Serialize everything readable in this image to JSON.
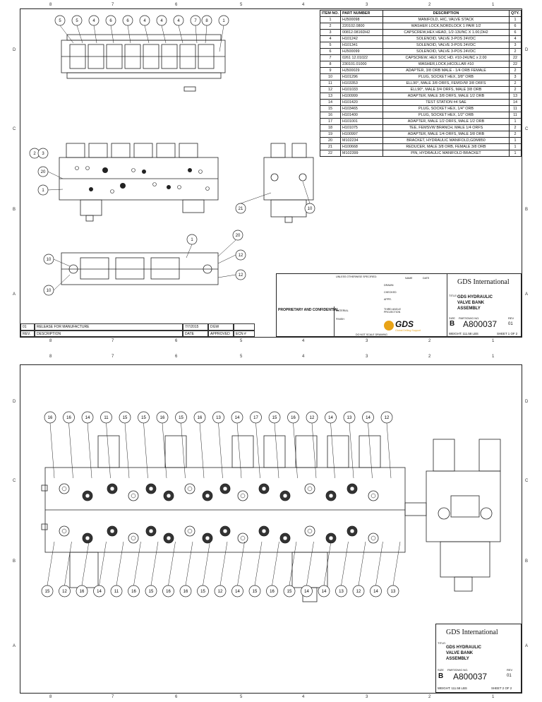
{
  "zones_top": [
    "8",
    "7",
    "6",
    "5",
    "4",
    "3",
    "2",
    "1"
  ],
  "zones_side": [
    "D",
    "C",
    "B",
    "A"
  ],
  "bom": {
    "headers": [
      "ITEM NO.",
      "PART NUMBER",
      "DESCRIPTION",
      "QTY."
    ],
    "rows": [
      [
        "1",
        "HJ500098",
        "MANIFOLD, HIC, VALVE STACK",
        "1"
      ],
      [
        "2",
        "220102.0800",
        "WASHER LOCK,NORDLOCK 1 PAIR 1/2",
        "6"
      ],
      [
        "3",
        "00812.0816DH2",
        "CAPSCREW,HEX HEAD, 1/2-13UNC X 1.00,DH2",
        "6"
      ],
      [
        "4",
        "H101242",
        "SOLENOID, VALVE 3-POS 24VDC",
        "4"
      ],
      [
        "5",
        "H101341",
        "SOLENOID, VALVE 3-POS 24VDC",
        "3"
      ],
      [
        "6",
        "HJ500099",
        "SOLENOID, VALVE 3-POS 24VDC",
        "2"
      ],
      [
        "7",
        "0261 12.01022",
        "CAPSCREW, HEX SOC HD. #10-24UNC x 2.00",
        "22"
      ],
      [
        "8",
        "230101.01000",
        "WASHER,LOCK,HICOLLAR #10",
        "22"
      ],
      [
        "9",
        "HJ500029",
        "ADAPTER, 3/8 ORB MALE - 1/4 ORB FEMALE",
        "2"
      ],
      [
        "10",
        "H101296",
        "PLUG, SOCKET HEX, 3/8\" ORB",
        "3"
      ],
      [
        "11",
        "H103353",
        "ELL90°, MALE 3/8 ORFS, FEMSVW 3/8 ORFS",
        "2"
      ],
      [
        "12",
        "H101033",
        "ELL90°, MALE 3/4 ORFS, MALE 3/8 ORB",
        "2"
      ],
      [
        "13",
        "H100999",
        "ADAPTER, MALE 3/8 ORFS, MALE 1/2 ORB",
        "13"
      ],
      [
        "14",
        "H101420",
        "TEST STATION #4 SAE",
        "14"
      ],
      [
        "15",
        "H103465",
        "PLUG, SOCKET HEX, 1/4\" ORB",
        "11"
      ],
      [
        "16",
        "H101400",
        "PLUG, SOCKET HEX, 1/2\" ORB",
        "11"
      ],
      [
        "17",
        "H101001",
        "ADAPTER, MALE 1/2 ORFS, MALE 1/2 ORB",
        "1"
      ],
      [
        "18",
        "H101075",
        "TEE, FEMSVW BRANCH, MALE 1/4 ORFS",
        "2"
      ],
      [
        "19",
        "H100997",
        "ADAPTER, MALE 1/4 ORFS, MALE 3/8 ORB",
        "2"
      ],
      [
        "20",
        "M102234",
        "BRACKET, HYDRAULIC MANIFOLD,GDM850",
        "1"
      ],
      [
        "21",
        "H100668",
        "REDUCER, MALE 3/8 ORB, FEMALE 3/8 ORB",
        "1"
      ],
      [
        "22",
        "M102399",
        "PIN, HYDRAULIC MANIFOLD BRACKET",
        "1"
      ]
    ]
  },
  "title_block": {
    "company": "GDS International",
    "title_label": "TITLE:",
    "title_lines": [
      "GDS HYDRAULIC",
      "VALVE BANK",
      "ASSEMBLY"
    ],
    "size_label": "SIZE",
    "size": "B",
    "dwg_label": "PART/DWG NO.",
    "dwg_no": "A800037",
    "rev_label": "REV",
    "rev": "01",
    "weight": "WEIGHT: 111.58 LBS",
    "sheet1": "SHEET 1 OF 2",
    "sheet2": "SHEET 2 OF 2",
    "logo_text": "GDS",
    "logo_sub": "Global Drilling Support",
    "proprietary": "PROPRIETARY AND CONFIDENTIAL",
    "third_angle": "THIRD ANGLE PROJECTION",
    "unless": "UNLESS OTHERWISE SPECIFIED:",
    "do_not_scale": "DO NOT SCALE DRAWING",
    "drawn": "DRAWN",
    "checked": "CHECKED",
    "appr": "APPR.",
    "name": "NAME",
    "date": "DATE",
    "material": "MATERIAL",
    "finish": "FINISH"
  },
  "revision": {
    "rev": "01",
    "description": "RELEASE FOR MANUFACTURE",
    "date": "7/7/2015",
    "approved": "DGW",
    "h_rev": "REV.",
    "h_desc": "DESCRIPTION",
    "h_date": "DATE",
    "h_approved": "APPROVED",
    "h_ecn": "ECN #"
  },
  "balloons": {
    "s1_top": [
      "5",
      "5",
      "4",
      "6",
      "6",
      "4",
      "4",
      "4",
      "7",
      "8",
      "1"
    ],
    "s2_top": [
      "16",
      "16",
      "14",
      "11",
      "15",
      "15",
      "16",
      "15",
      "16",
      "13",
      "14",
      "17",
      "15",
      "16",
      "12",
      "14",
      "13",
      "14",
      "12"
    ],
    "s2_bottom": [
      "15",
      "12",
      "16",
      "14",
      "11",
      "16",
      "15",
      "16",
      "16",
      "15",
      "12",
      "14",
      "15",
      "16",
      "15",
      "14",
      "14",
      "13",
      "12",
      "14",
      "13"
    ]
  }
}
